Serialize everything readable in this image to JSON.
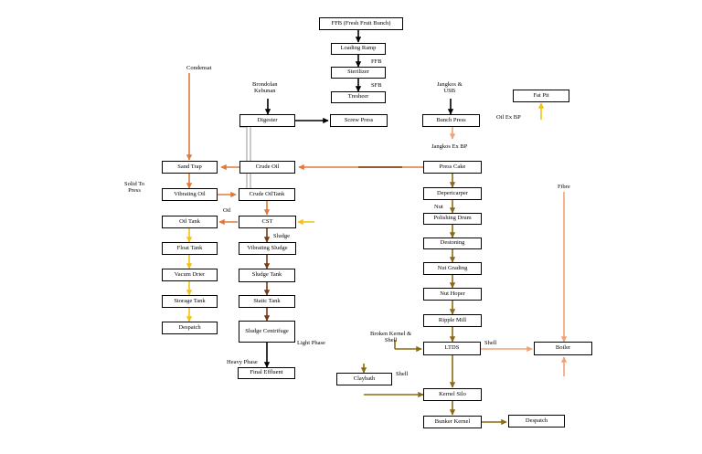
{
  "colors": {
    "black": "#000000",
    "orange": "#e07a3a",
    "dark_brown": "#7a3b12",
    "yellow": "#f5c211",
    "olive": "#8a6a14",
    "peach": "#efa37a",
    "gray": "#9a9a9a"
  },
  "nodes": {
    "ffb": "FFB (Fresh Fruit Bunch)",
    "loading_ramp": "Loading Ramp",
    "sterilizer": "Sterilizer",
    "tresheer": "Tresheer",
    "digester": "Digester",
    "screw_press": "Screw Press",
    "bunch_press": "Bunch Press",
    "fat_pit": "Fat Pit",
    "sand_trap": "Sand Trap",
    "crude_oil": "Crude Oil",
    "press_cake": "Press Cake",
    "vibrating_oil": "Vibrating Oil",
    "crude_oil_tank": "Crude OilTank",
    "depericarper": "Depericarper",
    "oil_tank": "Oil Tank",
    "cst": "CST",
    "polishing_drum": "Polishing Drum",
    "float_tank": "Float Tank",
    "vibrating_sludge": "Vibrating Sludge",
    "destoning": "Destoning",
    "vacum_drier": "Vacum Drier",
    "sludge_tank": "Sludge Tank",
    "nut_grading": "Nut Grading",
    "storage_tank": "Storage Tank",
    "static_tank": "Static Tank",
    "nut_hoper": "Nut Hoper",
    "despatch_oil": "Despatch",
    "sludge_centrifuge": "Sludge Centrifuge",
    "ripple_mill": "Ripple Mill",
    "ltds": "LTDS",
    "boiler": "Boiler",
    "final_effluent": "Final Effluent",
    "claybath": "Claybath",
    "kernel_silo": "Kernel Silo",
    "bunker_kernel": "Bunker Kernel",
    "despatch_kernel": "Despatch"
  },
  "labels": {
    "ffb": "FFB",
    "sfb": "SFB",
    "condensat": "Condensat",
    "brondolan_line1": "Brondolan",
    "brondolan_line2": "Kebunan",
    "jangkos_line1": "Jangkos &",
    "jangkos_line2": "USB",
    "oil_ex_bp": "Oil Ex BP",
    "jangkos_ex_bp": "Jangkos Ex BP",
    "solid_to_press_line1": "Solid To",
    "solid_to_press_line2": "Press",
    "nut": "Nut",
    "oil": "Oil",
    "sludge": "Sludge",
    "fibre": "Fibre",
    "broken_kernel_line1": "Broken Kernel &",
    "broken_kernel_line2": "Shell",
    "shell_ltds": "Shell",
    "shell_claybath": "Shell",
    "light_phase": "Light Phase",
    "heavy_phase": "Heavy Phase"
  }
}
